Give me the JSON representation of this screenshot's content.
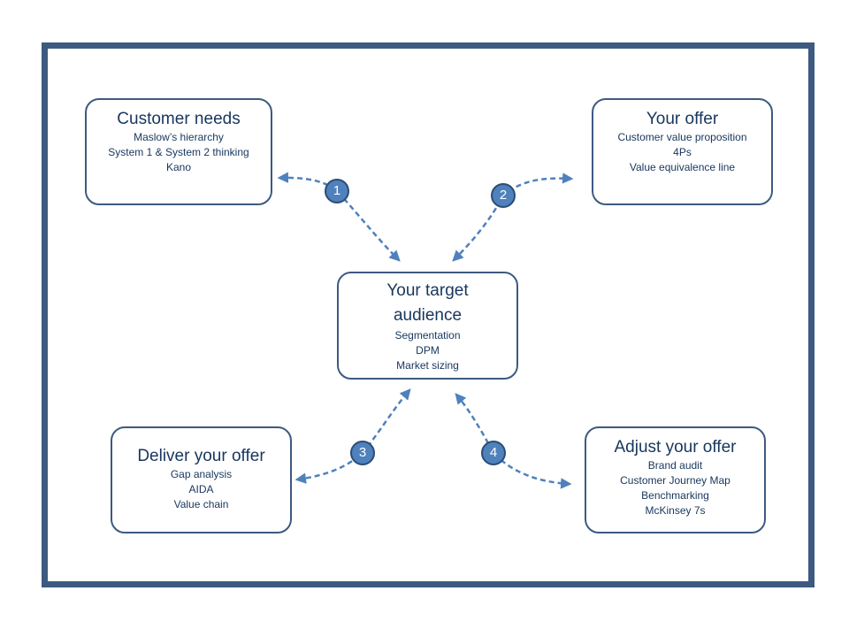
{
  "nodes": {
    "customer_needs": {
      "title": "Customer needs",
      "items": [
        "Maslow’s hierarchy",
        "System 1 & System 2 thinking",
        "Kano"
      ]
    },
    "your_offer": {
      "title": "Your offer",
      "items": [
        "Customer value proposition",
        "4Ps",
        "Value equivalence line"
      ]
    },
    "target_audience": {
      "title_line1": "Your target",
      "title_line2": "audience",
      "items": [
        "Segmentation",
        "DPM",
        "Market sizing"
      ]
    },
    "deliver_offer": {
      "title": "Deliver your offer",
      "items": [
        "Gap analysis",
        "AIDA",
        "Value chain"
      ]
    },
    "adjust_offer": {
      "title": "Adjust your offer",
      "items": [
        "Brand audit",
        "Customer Journey Map",
        "Benchmarking",
        "McKinsey 7s"
      ]
    }
  },
  "steps": [
    "1",
    "2",
    "3",
    "4"
  ],
  "colors": {
    "frame": "#3d5a80",
    "arrow": "#4f81bd",
    "badge_fill": "#4f81bd",
    "text": "#17365d"
  }
}
